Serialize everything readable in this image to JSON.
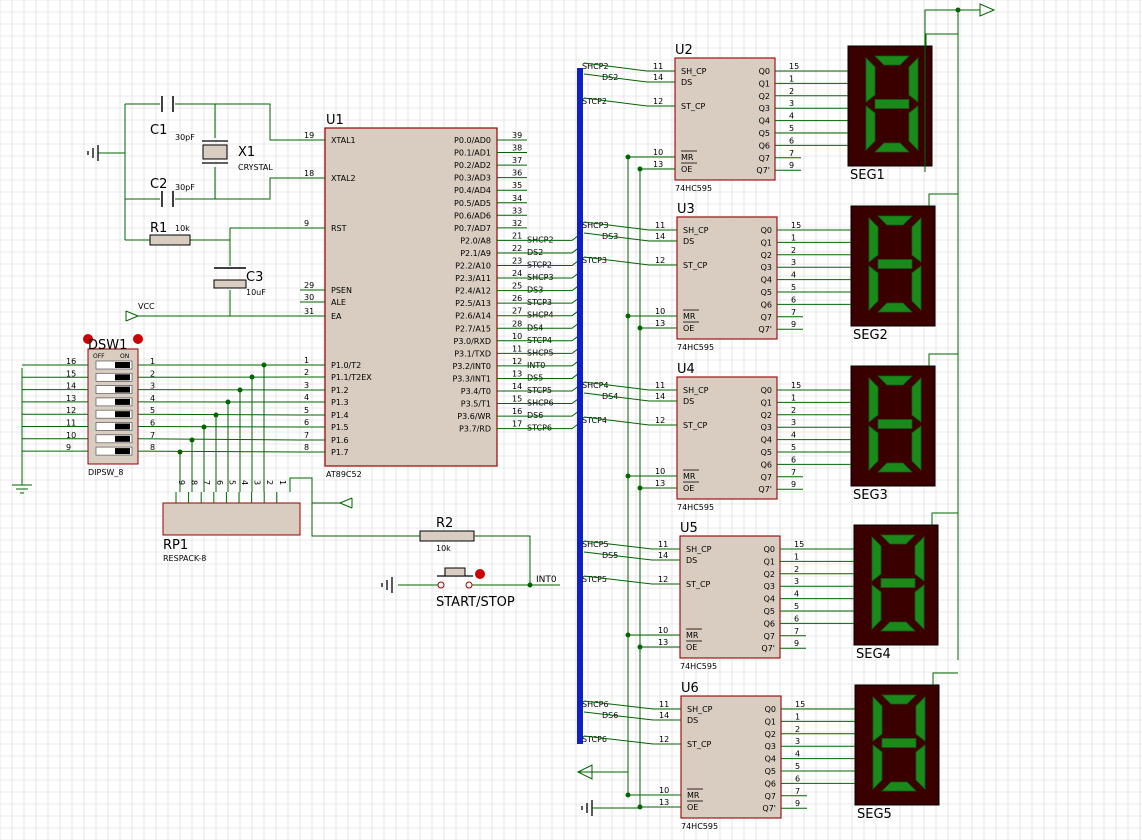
{
  "ui": {
    "background": "#ffffff",
    "grid_color": "#d6d6d6",
    "wire_color": "#006400",
    "part_stroke": "#9b0000",
    "part_fill": "#d8cdc0",
    "bus_color": "#1020c8",
    "seg_body": "#3a0000",
    "seg_on": "#1a8a1a",
    "seg_off": "#0b3b0b",
    "pin_dot": "#cc0000"
  },
  "icons": [
    "ground-symbol",
    "power-arrow",
    "crystal-symbol",
    "capacitor-symbol",
    "resistor-symbol",
    "push-button-symbol",
    "seven-segment-digit"
  ],
  "labels": {
    "u1_ref": "U1",
    "u1_part": "AT89C52",
    "x1_ref": "X1",
    "x1_part": "CRYSTAL",
    "c1_ref": "C1",
    "c1_val": "30pF",
    "c2_ref": "C2",
    "c2_val": "30pF",
    "c3_ref": "C3",
    "c3_val": "10uF",
    "r1_ref": "R1",
    "r1_val": "10k",
    "r2_ref": "R2",
    "r2_val": "10k",
    "rp1_ref": "RP1",
    "rp1_part": "RESPACK-8",
    "dsw_ref": "DSW1",
    "dsw_part": "DIPSW_8",
    "dsw_off": "OFF",
    "dsw_on": "ON",
    "vcc": "VCC",
    "start_stop": "START/STOP",
    "int0": "INT0"
  },
  "u1": {
    "left_pins": [
      {
        "name": "XTAL1",
        "num": "19"
      },
      {
        "name": "XTAL2",
        "num": "18"
      },
      {
        "name": "RST",
        "num": "9"
      },
      {
        "name": "PSEN",
        "num": "29"
      },
      {
        "name": "ALE",
        "num": "30"
      },
      {
        "name": "EA",
        "num": "31"
      },
      {
        "name": "P1.0/T2",
        "num": "1"
      },
      {
        "name": "P1.1/T2EX",
        "num": "2"
      },
      {
        "name": "P1.2",
        "num": "3"
      },
      {
        "name": "P1.3",
        "num": "4"
      },
      {
        "name": "P1.4",
        "num": "5"
      },
      {
        "name": "P1.5",
        "num": "6"
      },
      {
        "name": "P1.6",
        "num": "7"
      },
      {
        "name": "P1.7",
        "num": "8"
      }
    ],
    "right_pins": [
      {
        "name": "P0.0/AD0",
        "num": "39",
        "net": ""
      },
      {
        "name": "P0.1/AD1",
        "num": "38",
        "net": ""
      },
      {
        "name": "P0.2/AD2",
        "num": "37",
        "net": ""
      },
      {
        "name": "P0.3/AD3",
        "num": "36",
        "net": ""
      },
      {
        "name": "P0.4/AD4",
        "num": "35",
        "net": ""
      },
      {
        "name": "P0.5/AD5",
        "num": "34",
        "net": ""
      },
      {
        "name": "P0.6/AD6",
        "num": "33",
        "net": ""
      },
      {
        "name": "P0.7/AD7",
        "num": "32",
        "net": ""
      },
      {
        "name": "P2.0/A8",
        "num": "21",
        "net": "SHCP2"
      },
      {
        "name": "P2.1/A9",
        "num": "22",
        "net": "DS2"
      },
      {
        "name": "P2.2/A10",
        "num": "23",
        "net": "STCP2"
      },
      {
        "name": "P2.3/A11",
        "num": "24",
        "net": "SHCP3"
      },
      {
        "name": "P2.4/A12",
        "num": "25",
        "net": "DS3"
      },
      {
        "name": "P2.5/A13",
        "num": "26",
        "net": "STCP3"
      },
      {
        "name": "P2.6/A14",
        "num": "27",
        "net": "SHCP4"
      },
      {
        "name": "P2.7/A15",
        "num": "28",
        "net": "DS4"
      },
      {
        "name": "P3.0/RXD",
        "num": "10",
        "net": "STCP4"
      },
      {
        "name": "P3.1/TXD",
        "num": "11",
        "net": "SHCP5"
      },
      {
        "name": "P3.2/INT0",
        "num": "12",
        "net": "INT0"
      },
      {
        "name": "P3.3/INT1",
        "num": "13",
        "net": "DS5"
      },
      {
        "name": "P3.4/T0",
        "num": "14",
        "net": "STCP5"
      },
      {
        "name": "P3.5/T1",
        "num": "15",
        "net": "SHCP6"
      },
      {
        "name": "P3.6/WR",
        "num": "16",
        "net": "DS6"
      },
      {
        "name": "P3.7/RD",
        "num": "17",
        "net": "STCP6"
      }
    ]
  },
  "dsw_left_nums": [
    "16",
    "15",
    "14",
    "13",
    "12",
    "11",
    "10",
    "9"
  ],
  "dsw_right_nums": [
    "1",
    "2",
    "3",
    "4",
    "5",
    "6",
    "7",
    "8"
  ],
  "rp1_pins": [
    "9",
    "8",
    "7",
    "6",
    "5",
    "4",
    "3",
    "2",
    "1"
  ],
  "hc595": {
    "part": "74HC595",
    "left_pins": [
      {
        "name": "SH_CP",
        "num": "11"
      },
      {
        "name": "DS",
        "num": "14"
      },
      {
        "name": "ST_CP",
        "num": "12"
      },
      {
        "name": "MR",
        "num": "10"
      },
      {
        "name": "OE",
        "num": "13"
      }
    ],
    "right_pins": [
      {
        "name": "Q0",
        "num": "15"
      },
      {
        "name": "Q1",
        "num": "1"
      },
      {
        "name": "Q2",
        "num": "2"
      },
      {
        "name": "Q3",
        "num": "3"
      },
      {
        "name": "Q4",
        "num": "4"
      },
      {
        "name": "Q5",
        "num": "5"
      },
      {
        "name": "Q6",
        "num": "6"
      },
      {
        "name": "Q7",
        "num": "7"
      },
      {
        "name": "Q7'",
        "num": "9"
      }
    ],
    "units": [
      {
        "ref": "U2",
        "shcp": "SHCP2",
        "ds": "DS2",
        "stcp": "STCP2"
      },
      {
        "ref": "U3",
        "shcp": "SHCP3",
        "ds": "DS3",
        "stcp": "STCP3"
      },
      {
        "ref": "U4",
        "shcp": "SHCP4",
        "ds": "DS4",
        "stcp": "STCP4"
      },
      {
        "ref": "U5",
        "shcp": "SHCP5",
        "ds": "DS5",
        "stcp": "STCP5"
      },
      {
        "ref": "U6",
        "shcp": "SHCP6",
        "ds": "DS6",
        "stcp": "STCP6"
      }
    ]
  },
  "segments": [
    {
      "ref": "SEG1",
      "digit": "8"
    },
    {
      "ref": "SEG2",
      "digit": "8"
    },
    {
      "ref": "SEG3",
      "digit": "8"
    },
    {
      "ref": "SEG4",
      "digit": "8"
    },
    {
      "ref": "SEG5",
      "digit": "8"
    }
  ]
}
